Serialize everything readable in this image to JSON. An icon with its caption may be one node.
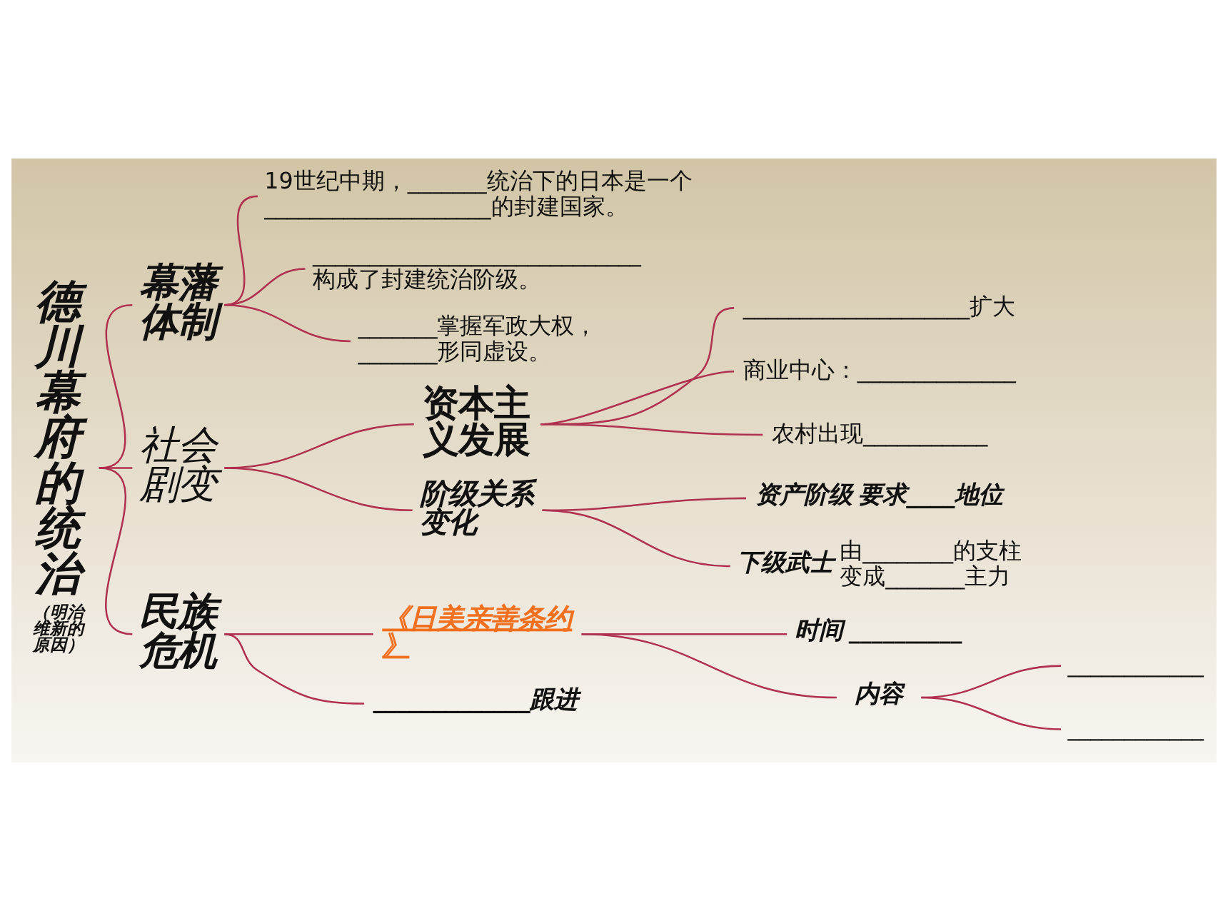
{
  "diagram": {
    "nodes": [
      {
        "text": [
          "德川幕府的统治"
        ],
        "beside": [
          "（明治维新的原因）"
        ]
      },
      {
        "text": [
          "幕藩体制"
        ]
      },
      {
        "text": [
          "19世纪中期，_______统治下的日本是一个____________________的封建国家。"
        ]
      },
      {
        "text": [
          "_____________________________构成了封建统治阶级。"
        ]
      },
      {
        "text": [
          "_______掌握军政大权，_______形同虚设。"
        ]
      },
      {
        "text": [
          "社会剧变"
        ]
      },
      {
        "text": [
          "资本主义发展"
        ]
      },
      {
        "text": [
          "____________________扩大"
        ]
      },
      {
        "text": [
          "商业中心：______________"
        ]
      },
      {
        "text": [
          "农村出现___________"
        ]
      },
      {
        "text": [
          "阶级关系变化"
        ]
      },
      {
        "text": [
          "资产阶级"
        ],
        "beside": [
          "要求____地位"
        ]
      },
      {
        "text": [
          "下级武士"
        ],
        "beside": [
          "由________的支柱变成_______主力"
        ]
      },
      {
        "text": [
          "民族危机"
        ]
      },
      {
        "text": [
          "《日美亲善条约》"
        ]
      },
      {
        "text": [
          "时间"
        ],
        "beside": [
          "__________"
        ]
      },
      {
        "text": [
          "内容"
        ]
      },
      {
        "text": [
          "____________"
        ]
      },
      {
        "text": [
          "____________"
        ]
      },
      {
        "text": [
          "_____________跟进"
        ]
      }
    ],
    "edges": [
      {
        "from": 0,
        "to": 1,
        "arrow": "none"
      },
      {
        "from": 0,
        "to": 5,
        "arrow": "none"
      },
      {
        "from": 0,
        "to": 13,
        "arrow": "none"
      },
      {
        "from": 1,
        "to": 2,
        "arrow": "none"
      },
      {
        "from": 1,
        "to": 3,
        "arrow": "none"
      },
      {
        "from": 1,
        "to": 4,
        "arrow": "none"
      },
      {
        "from": 5,
        "to": 6,
        "arrow": "none"
      },
      {
        "from": 5,
        "to": 10,
        "arrow": "none"
      },
      {
        "from": 6,
        "to": 7,
        "arrow": "none"
      },
      {
        "from": 6,
        "to": 8,
        "arrow": "none"
      },
      {
        "from": 6,
        "to": 9,
        "arrow": "none"
      },
      {
        "from": 10,
        "to": 11,
        "arrow": "none"
      },
      {
        "from": 10,
        "to": 12,
        "arrow": "none"
      },
      {
        "from": 13,
        "to": 14,
        "arrow": "none"
      },
      {
        "from": 13,
        "to": 19,
        "arrow": "none"
      },
      {
        "from": 14,
        "to": 15,
        "arrow": "none"
      },
      {
        "from": 14,
        "to": 16,
        "arrow": "none"
      },
      {
        "from": 16,
        "to": 17,
        "arrow": "none"
      },
      {
        "from": 16,
        "to": 18,
        "arrow": "none"
      }
    ]
  }
}
